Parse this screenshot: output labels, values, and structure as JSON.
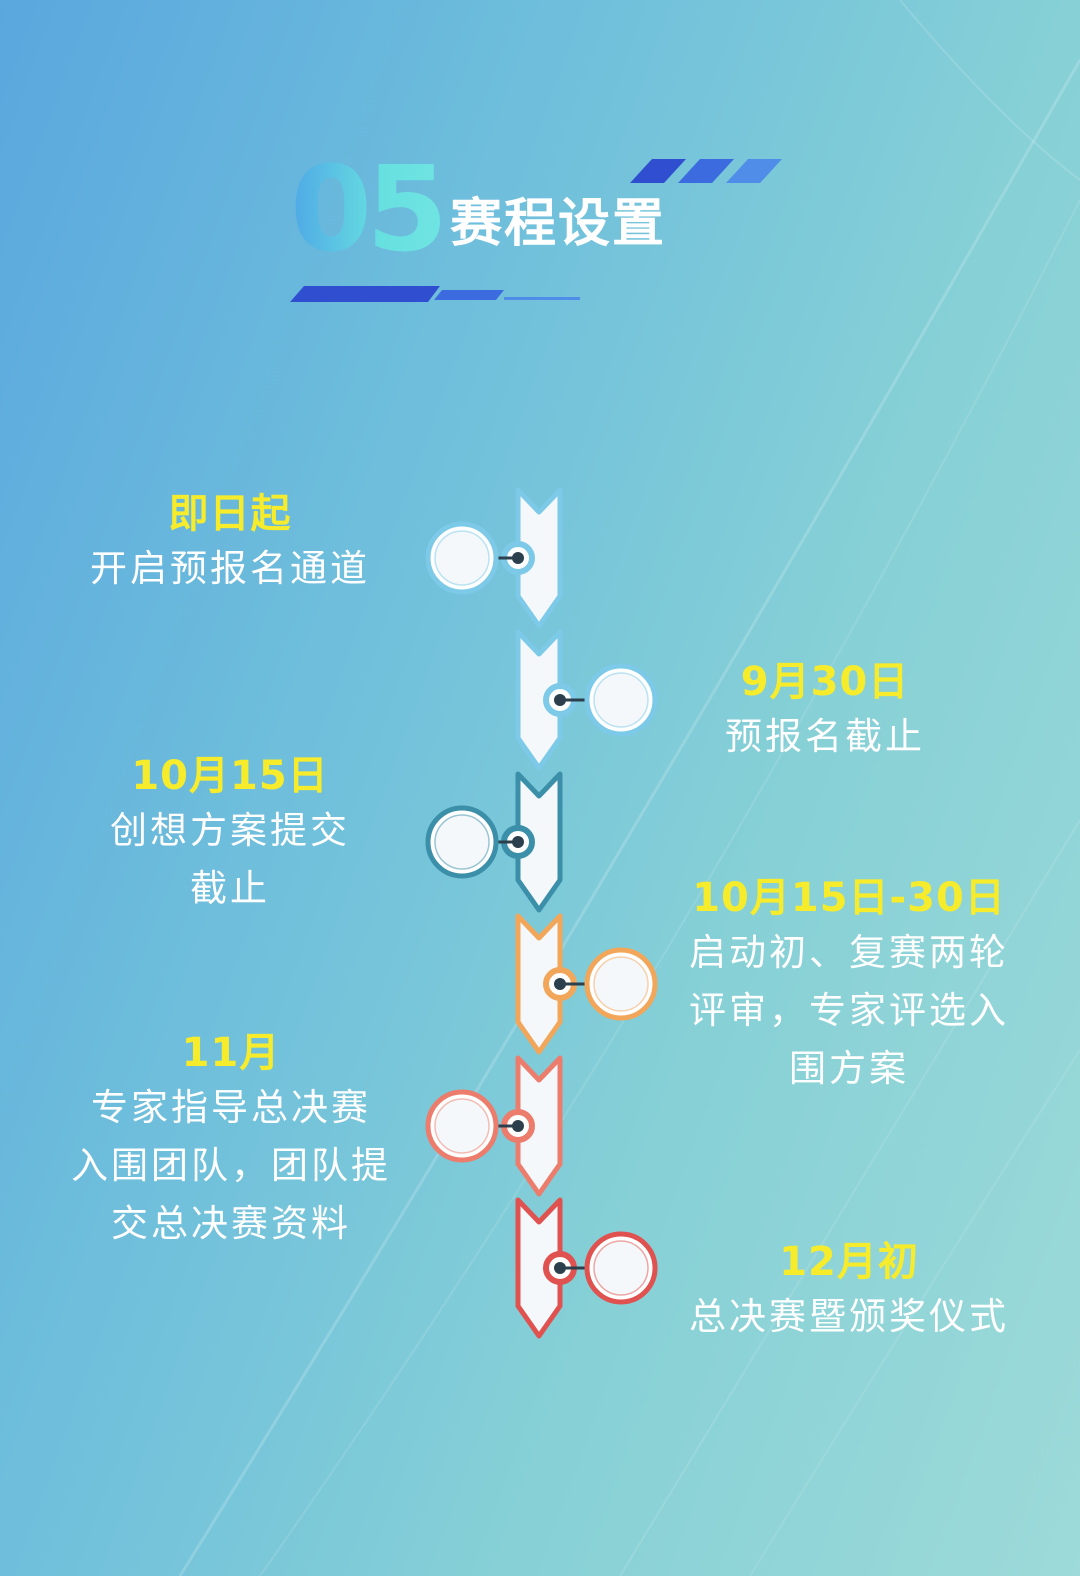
{
  "header": {
    "number": "05",
    "title": "赛程设置"
  },
  "colors": {
    "date_yellow": "#f7ec2b",
    "text_white": "#ffffff",
    "teal_light": "#7cc9e8",
    "teal_dark": "#3b8fa9",
    "orange": "#f2a65a",
    "salmon": "#ec7d6c",
    "red": "#e0524f"
  },
  "schedule": [
    {
      "date": "即日起",
      "desc": "开启预报名通道",
      "side": "left"
    },
    {
      "date": "9月30日",
      "desc": "预报名截止",
      "side": "right"
    },
    {
      "date": "10月15日",
      "desc": "创想方案提交\n截止",
      "side": "left"
    },
    {
      "date": "10月15日-30日",
      "desc": "启动初、复赛两轮\n评审，专家评选入\n围方案",
      "side": "right"
    },
    {
      "date": "11月",
      "desc": "专家指导总决赛\n入围团队，团队提\n交总决赛资料",
      "side": "left"
    },
    {
      "date": "12月初",
      "desc": "总决赛暨颁奖仪式",
      "side": "right"
    }
  ]
}
